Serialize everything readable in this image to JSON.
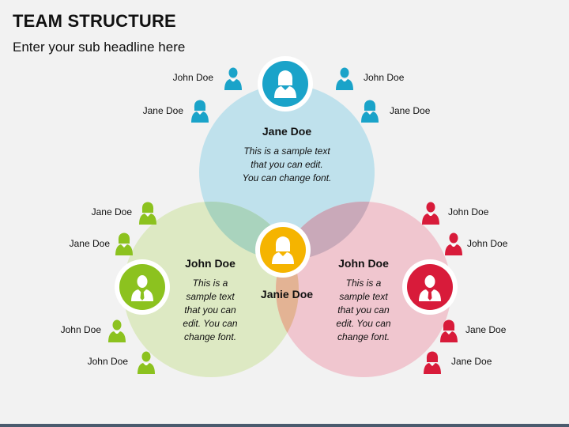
{
  "header": {
    "title": "TEAM STRUCTURE",
    "subtitle": "Enter your sub headline here"
  },
  "colors": {
    "blue": "#1aa3c9",
    "green": "#8cc21f",
    "red": "#d81b3a",
    "orange": "#f5b400",
    "blue_fill": "#bfe1ec",
    "green_fill": "#dde9c3",
    "red_fill": "#f0c6cf"
  },
  "icons": {
    "person": "person-icon",
    "male": "businessman-icon",
    "female": "businesswoman-icon"
  },
  "circles": {
    "top": {
      "name": "Jane Doe",
      "text": [
        "This is a sample text",
        "that you can edit.",
        "You can change font."
      ]
    },
    "left": {
      "name": "John Doe",
      "text": [
        "This is a",
        "sample text",
        "that you can",
        "edit. You can",
        "change font."
      ]
    },
    "right": {
      "name": "John Doe",
      "text": [
        "This is a",
        "sample text",
        "that you can",
        "edit. You can",
        "change font."
      ]
    },
    "center": {
      "name": "Janie Doe"
    }
  },
  "members": {
    "blue": [
      "John Doe",
      "Jane Doe",
      "John Doe",
      "Jane Doe"
    ],
    "green": [
      "Jane Doe",
      "Jane Doe",
      "John Doe",
      "John Doe"
    ],
    "red": [
      "John Doe",
      "John Doe",
      "Jane Doe",
      "Jane Doe"
    ]
  }
}
